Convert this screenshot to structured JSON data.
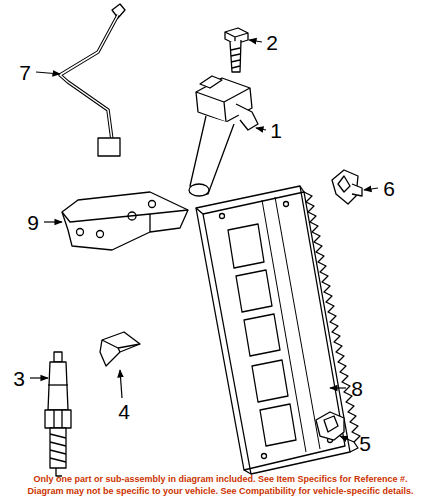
{
  "diagram": {
    "labels": [
      "7",
      "2",
      "1",
      "6",
      "9",
      "8",
      "3",
      "4",
      "5",
      "Only one part or sub-assembly in diagram included. See Item Specifics for Reference #.",
      "Diagram may not be specific to your vehicle. See Compatibility for vehicle-specific details."
    ]
  }
}
